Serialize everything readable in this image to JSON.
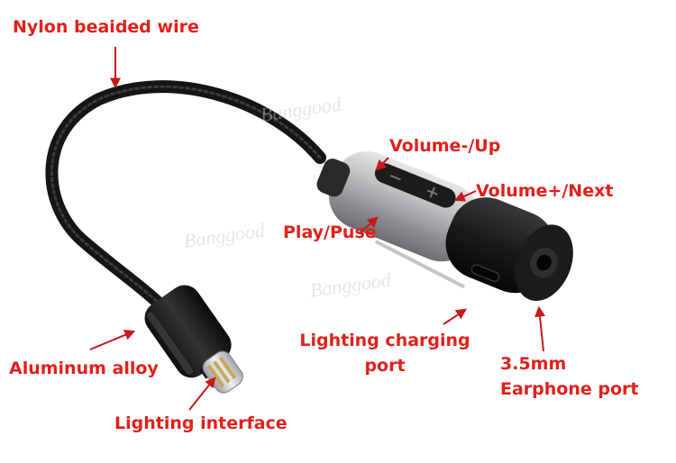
{
  "colors": {
    "label": "#e0201b",
    "arrow": "#c81818",
    "cable": "#1b1b1b",
    "barrel": "#a9abae",
    "cap": "#141414"
  },
  "labels": {
    "nylon_wire": "Nylon beaided wire",
    "volume_up": "Volume-/Up",
    "volume_next": "Volume+/Next",
    "play_pause": "Play/Puse",
    "aluminum_alloy": "Aluminum alloy",
    "lighting_interface": "Lighting interface",
    "charging_port_line1": "Lighting charging",
    "charging_port_line2": "port",
    "earphone_line1": "3.5mm",
    "earphone_line2": "Earphone port"
  },
  "watermark": "Banggood",
  "icons": [
    "adapter-photo",
    "annotation-arrow"
  ]
}
